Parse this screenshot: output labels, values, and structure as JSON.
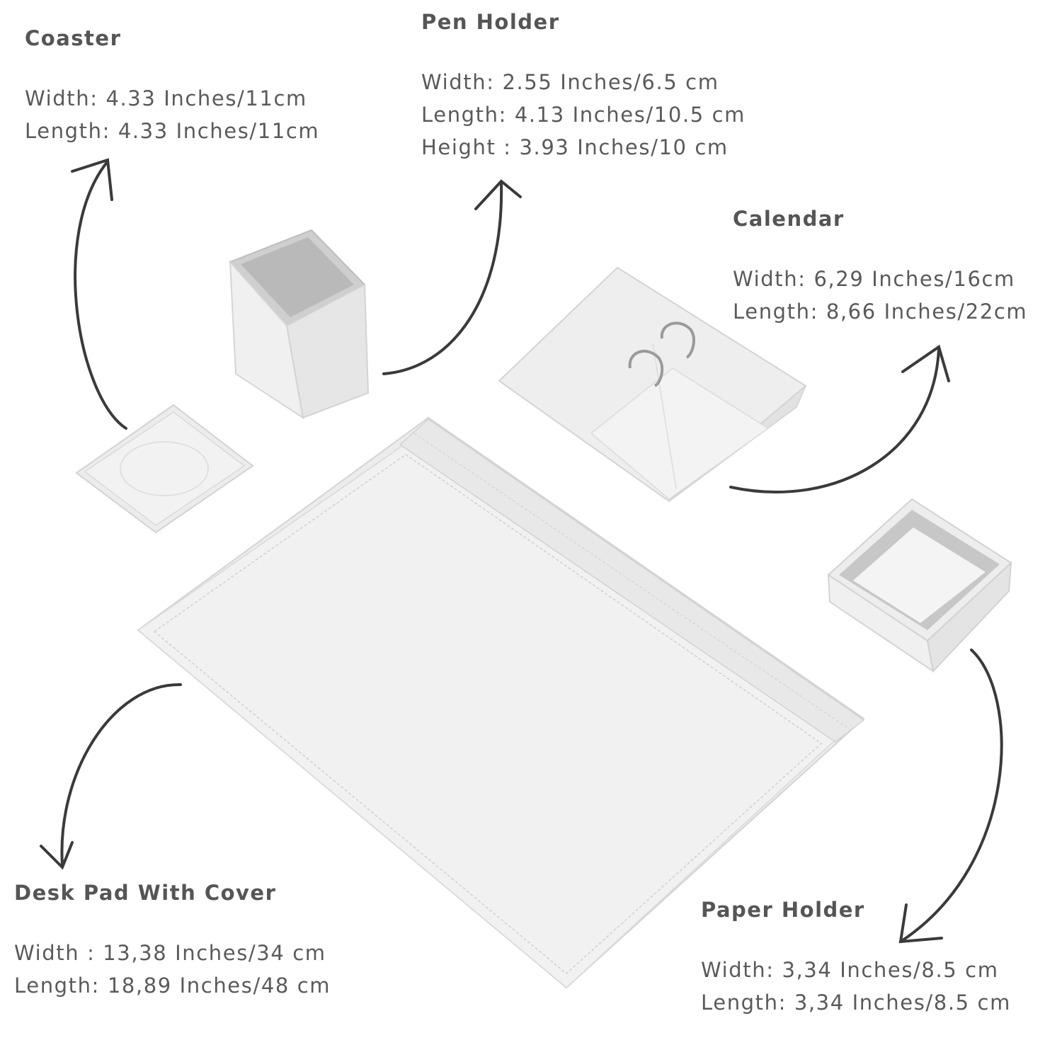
{
  "colors": {
    "text": "#565656",
    "arrow": "#3a3a3a",
    "product": "#efefef",
    "product_shadow": "#d6d6d6",
    "product_inner": "#c9c9c9"
  },
  "products": [
    {
      "id": "coaster",
      "title": "Coaster",
      "lines": [
        "Width: 4.33 Inches/11cm",
        "Length: 4.33 Inches/11cm"
      ]
    },
    {
      "id": "pen-holder",
      "title": "Pen Holder",
      "lines": [
        "Width: 2.55 Inches/6.5 cm",
        "Length: 4.13 Inches/10.5 cm",
        "Height : 3.93 Inches/10 cm"
      ]
    },
    {
      "id": "calendar",
      "title": "Calendar",
      "lines": [
        "Width: 6,29 Inches/16cm",
        "Length: 8,66 Inches/22cm"
      ]
    },
    {
      "id": "desk-pad",
      "title": "Desk Pad With Cover",
      "lines": [
        "Width : 13,38 Inches/34 cm",
        "Length: 18,89 Inches/48 cm"
      ]
    },
    {
      "id": "paper-holder",
      "title": "Paper Holder",
      "lines": [
        "Width: 3,34 Inches/8.5 cm",
        "Length: 3,34 Inches/8.5 cm"
      ]
    }
  ]
}
